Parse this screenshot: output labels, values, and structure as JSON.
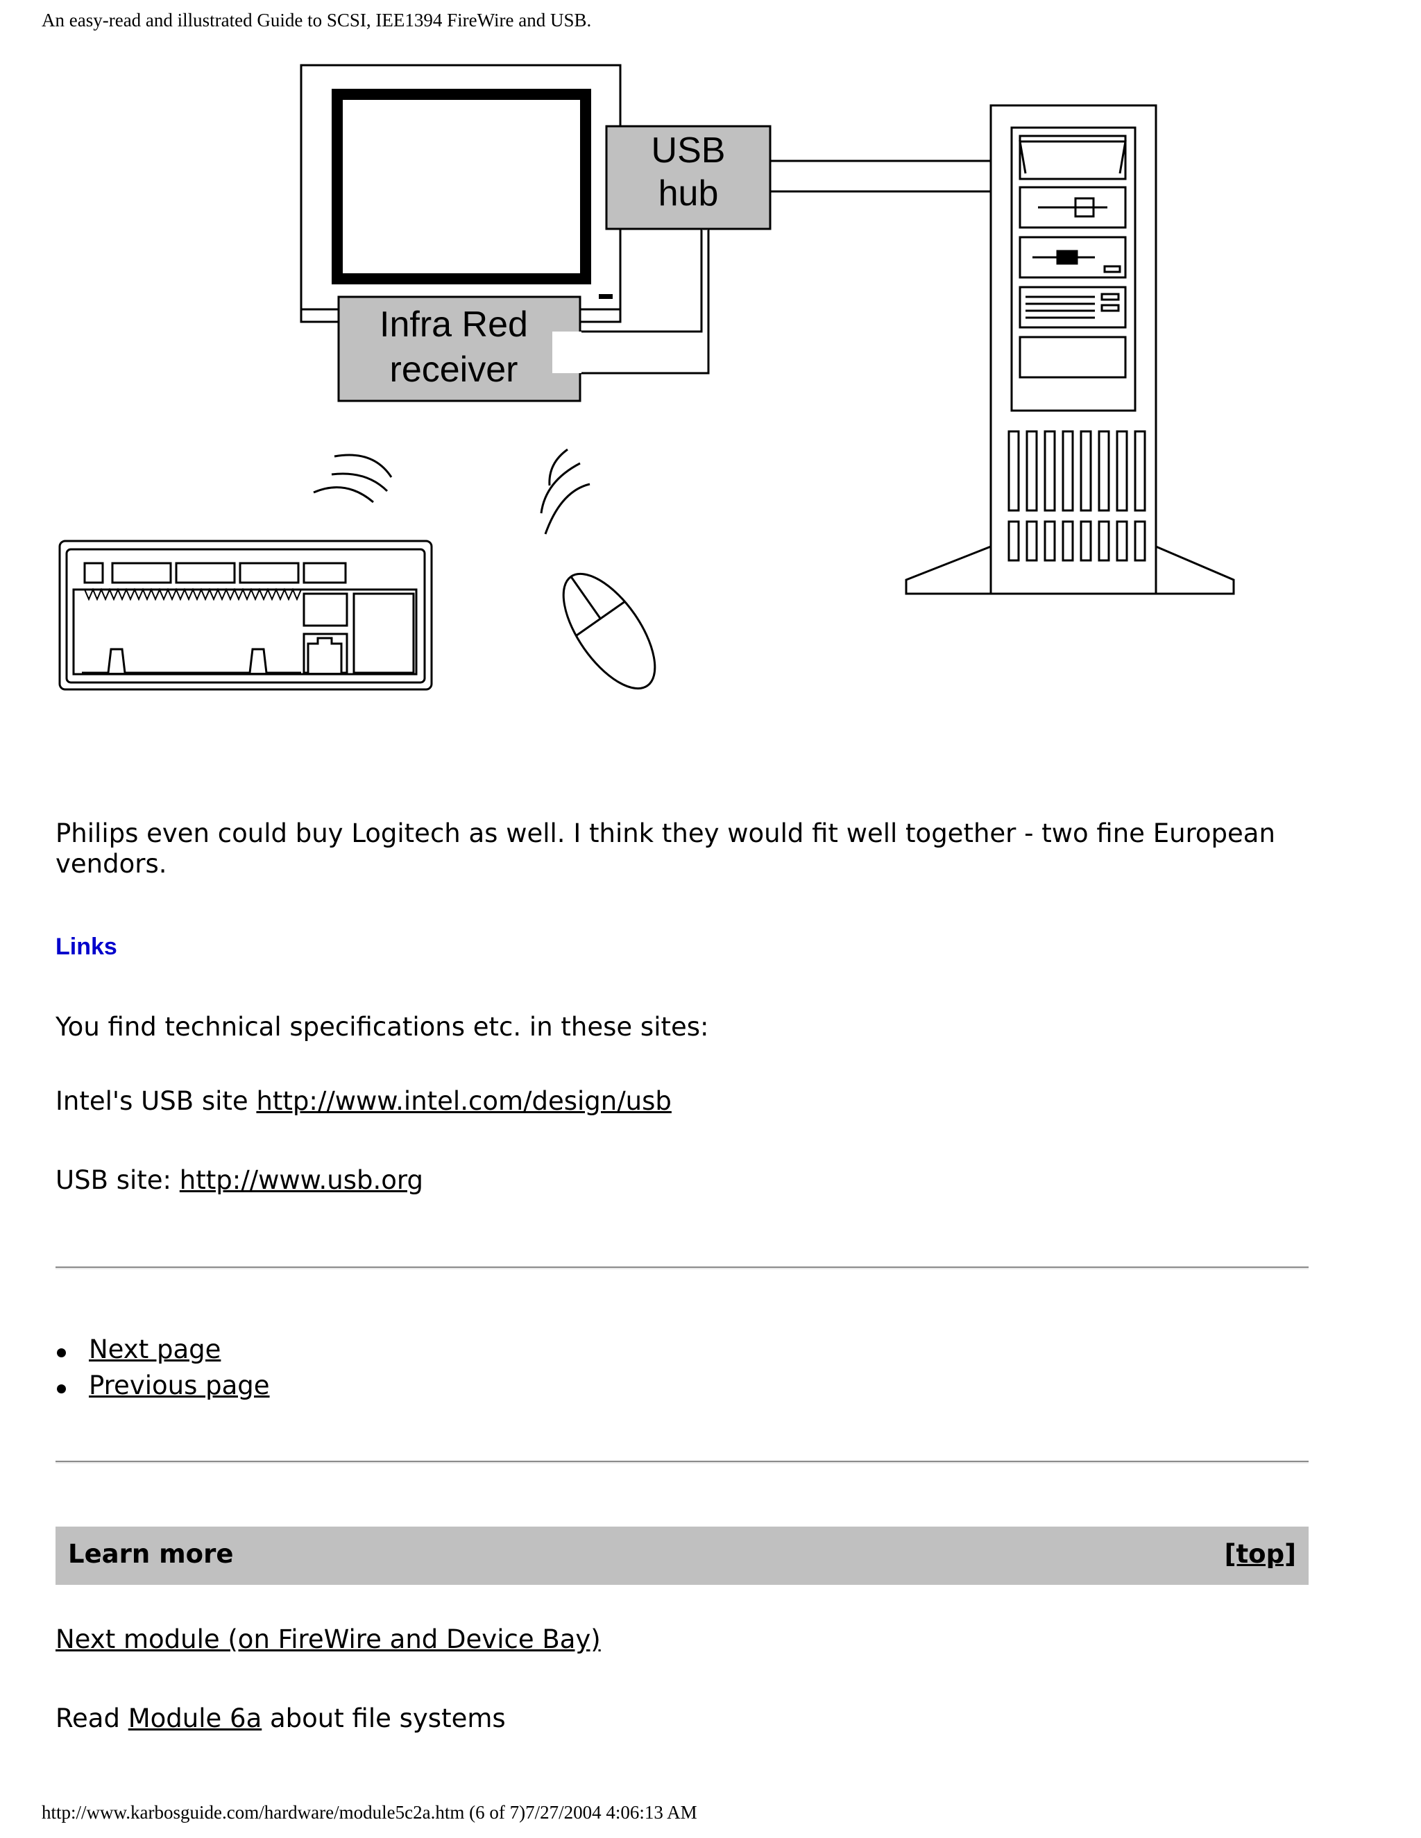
{
  "print_header": "An easy-read and illustrated Guide to SCSI, IEE1394 FireWire and USB.",
  "diagram": {
    "usb_hub_label_line1": "USB",
    "usb_hub_label_line2": "hub",
    "ir_receiver_label_line1": "Infra Red",
    "ir_receiver_label_line2": "receiver"
  },
  "content": {
    "intro_paragraph_line1": "Philips even could buy Logitech as well. I think they would fit well together - two fine European",
    "intro_paragraph_line2": "vendors.",
    "links_heading": "Links",
    "tech_specs_text": "You find technical specifications etc. in these sites:",
    "intel_prefix": "Intel's USB site ",
    "intel_link": "http://www.intel.com/design/usb",
    "usb_prefix": "USB site: ",
    "usb_link": "http://www.usb.org"
  },
  "navigation": {
    "items": [
      "Next page",
      "Previous page"
    ]
  },
  "learn_more": {
    "title": "Learn more",
    "top_link": "[top]",
    "next_module_link": "Next module (on FireWire and Device Bay)",
    "read_prefix": "Read ",
    "module_link": "Module 6a",
    "read_suffix": " about file systems"
  },
  "print_footer": "http://www.karbosguide.com/hardware/module5c2a.htm (6 of 7)7/27/2004 4:06:13 AM",
  "colors": {
    "links_heading": "#0000cc",
    "learn_more_bar": "#c0c0c0",
    "diagram_box_fill": "#c0c0c0"
  }
}
